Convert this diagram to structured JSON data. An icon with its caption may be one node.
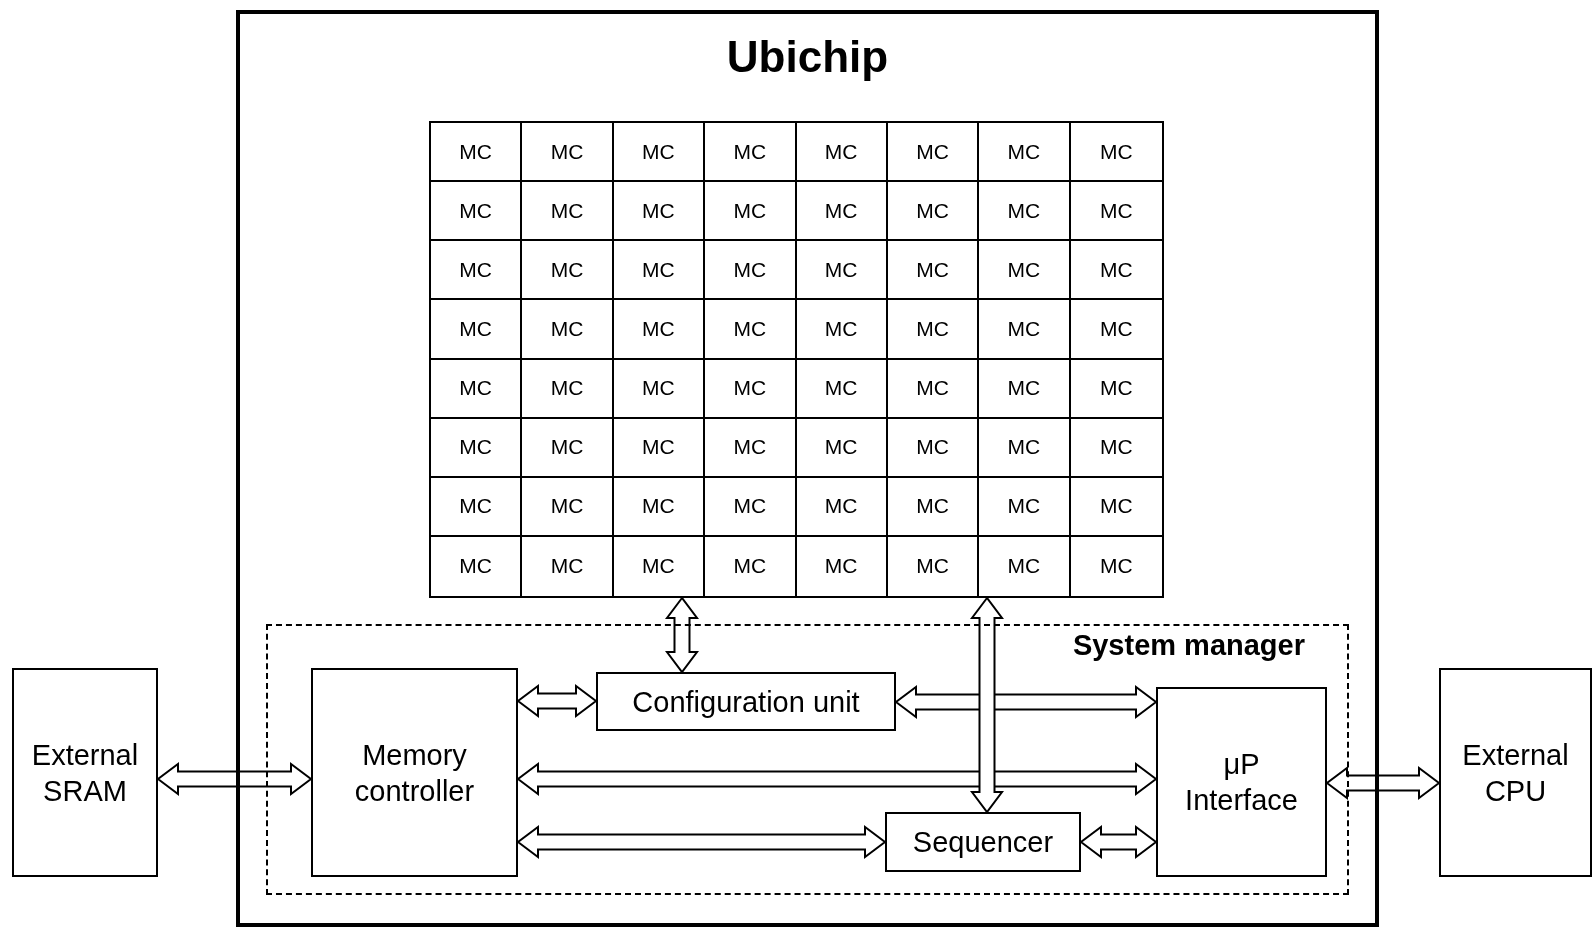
{
  "diagram": {
    "nodes": [
      {
        "text": [
          "Ubichip"
        ]
      },
      {
        "text": [],
        "shape": "box",
        "in": 0
      },
      {
        "text": [
          "MC"
        ],
        "in": 1
      },
      {
        "text": [
          "MC"
        ],
        "in": 1
      },
      {
        "text": [
          "MC"
        ],
        "in": 1
      },
      {
        "text": [
          "MC"
        ],
        "in": 1
      },
      {
        "text": [
          "MC"
        ],
        "in": 1
      },
      {
        "text": [
          "MC"
        ],
        "in": 1
      },
      {
        "text": [
          "MC"
        ],
        "in": 1
      },
      {
        "text": [
          "MC"
        ],
        "in": 1
      },
      {
        "text": [
          "MC"
        ],
        "in": 1
      },
      {
        "text": [
          "MC"
        ],
        "in": 1
      },
      {
        "text": [
          "MC"
        ],
        "in": 1
      },
      {
        "text": [
          "MC"
        ],
        "in": 1
      },
      {
        "text": [
          "MC"
        ],
        "in": 1
      },
      {
        "text": [
          "MC"
        ],
        "in": 1
      },
      {
        "text": [
          "MC"
        ],
        "in": 1
      },
      {
        "text": [
          "MC"
        ],
        "in": 1
      },
      {
        "text": [
          "MC"
        ],
        "in": 1
      },
      {
        "text": [
          "MC"
        ],
        "in": 1
      },
      {
        "text": [
          "MC"
        ],
        "in": 1
      },
      {
        "text": [
          "MC"
        ],
        "in": 1
      },
      {
        "text": [
          "MC"
        ],
        "in": 1
      },
      {
        "text": [
          "MC"
        ],
        "in": 1
      },
      {
        "text": [
          "MC"
        ],
        "in": 1
      },
      {
        "text": [
          "MC"
        ],
        "in": 1
      },
      {
        "text": [
          "MC"
        ],
        "in": 1
      },
      {
        "text": [
          "MC"
        ],
        "in": 1
      },
      {
        "text": [
          "MC"
        ],
        "in": 1
      },
      {
        "text": [
          "MC"
        ],
        "in": 1
      },
      {
        "text": [
          "MC"
        ],
        "in": 1
      },
      {
        "text": [
          "MC"
        ],
        "in": 1
      },
      {
        "text": [
          "MC"
        ],
        "in": 1
      },
      {
        "text": [
          "MC"
        ],
        "in": 1
      },
      {
        "text": [
          "MC"
        ],
        "in": 1
      },
      {
        "text": [
          "MC"
        ],
        "in": 1
      },
      {
        "text": [
          "MC"
        ],
        "in": 1
      },
      {
        "text": [
          "MC"
        ],
        "in": 1
      },
      {
        "text": [
          "MC"
        ],
        "in": 1
      },
      {
        "text": [
          "MC"
        ],
        "in": 1
      },
      {
        "text": [
          "MC"
        ],
        "in": 1
      },
      {
        "text": [
          "MC"
        ],
        "in": 1
      },
      {
        "text": [
          "MC"
        ],
        "in": 1
      },
      {
        "text": [
          "MC"
        ],
        "in": 1
      },
      {
        "text": [
          "MC"
        ],
        "in": 1
      },
      {
        "text": [
          "MC"
        ],
        "in": 1
      },
      {
        "text": [
          "MC"
        ],
        "in": 1
      },
      {
        "text": [
          "MC"
        ],
        "in": 1
      },
      {
        "text": [
          "MC"
        ],
        "in": 1
      },
      {
        "text": [
          "MC"
        ],
        "in": 1
      },
      {
        "text": [
          "MC"
        ],
        "in": 1
      },
      {
        "text": [
          "MC"
        ],
        "in": 1
      },
      {
        "text": [
          "MC"
        ],
        "in": 1
      },
      {
        "text": [
          "MC"
        ],
        "in": 1
      },
      {
        "text": [
          "MC"
        ],
        "in": 1
      },
      {
        "text": [
          "MC"
        ],
        "in": 1
      },
      {
        "text": [
          "MC"
        ],
        "in": 1
      },
      {
        "text": [
          "MC"
        ],
        "in": 1
      },
      {
        "text": [
          "MC"
        ],
        "in": 1
      },
      {
        "text": [
          "MC"
        ],
        "in": 1
      },
      {
        "text": [
          "MC"
        ],
        "in": 1
      },
      {
        "text": [
          "MC"
        ],
        "in": 1
      },
      {
        "text": [
          "MC"
        ],
        "in": 1
      },
      {
        "text": [
          "MC"
        ],
        "in": 1
      },
      {
        "text": [
          "MC"
        ],
        "in": 1
      },
      {
        "text": [
          "MC"
        ],
        "in": 1
      },
      {
        "text": [
          "System manager"
        ],
        "in": 0
      },
      {
        "text": [
          "Memory controller"
        ],
        "in": 66
      },
      {
        "text": [
          "Configuration unit"
        ],
        "in": 66
      },
      {
        "text": [
          "Sequencer"
        ],
        "in": 66
      },
      {
        "text": [
          "μP Interface"
        ],
        "in": 66
      },
      {
        "text": [
          "External SRAM"
        ]
      },
      {
        "text": [
          "External CPU"
        ]
      }
    ],
    "edges": [
      {
        "from": 71,
        "to": 67,
        "arrow": "both"
      },
      {
        "from": 67,
        "to": 68,
        "arrow": "both"
      },
      {
        "from": 68,
        "to": 70,
        "arrow": "both"
      },
      {
        "from": 67,
        "to": 70,
        "arrow": "both"
      },
      {
        "from": 67,
        "to": 69,
        "arrow": "both"
      },
      {
        "from": 69,
        "to": 70,
        "arrow": "both"
      },
      {
        "from": 70,
        "to": 72,
        "arrow": "both"
      },
      {
        "from": 1,
        "to": 68,
        "arrow": "both"
      },
      {
        "from": 1,
        "to": 69,
        "arrow": "both"
      }
    ]
  }
}
